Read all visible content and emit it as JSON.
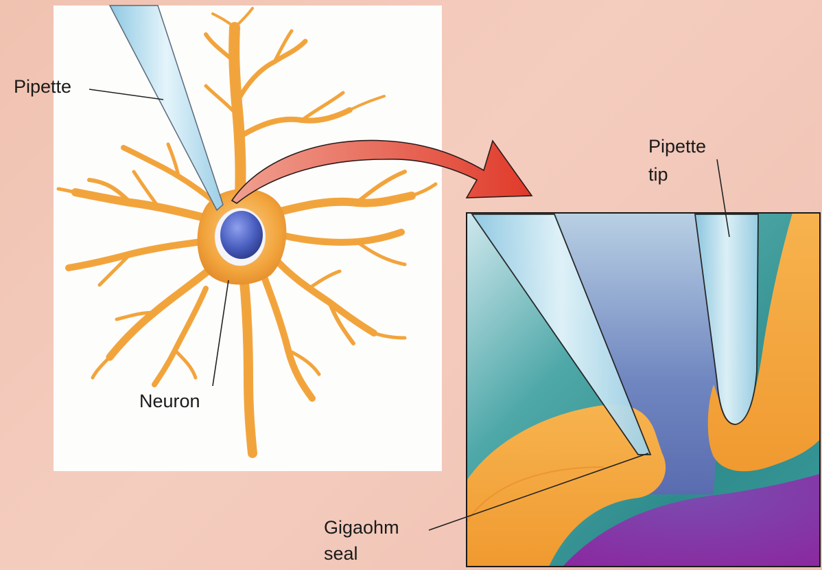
{
  "labels": {
    "pipette": "Pipette",
    "neuron": "Neuron",
    "pipette_tip_line1": "Pipette",
    "pipette_tip_line2": "tip",
    "gigaohm_line1": "Gigaohm",
    "gigaohm_line2": "seal"
  },
  "colors": {
    "background": "#f2c8b8",
    "neuron_orange": "#f2a43c",
    "nucleus_blue": "#4a5fc0",
    "pipette_glass": "#bfe2f2",
    "cytoplasm_purple": "#8a2aa0",
    "arrow_red": "#e03a2a"
  }
}
